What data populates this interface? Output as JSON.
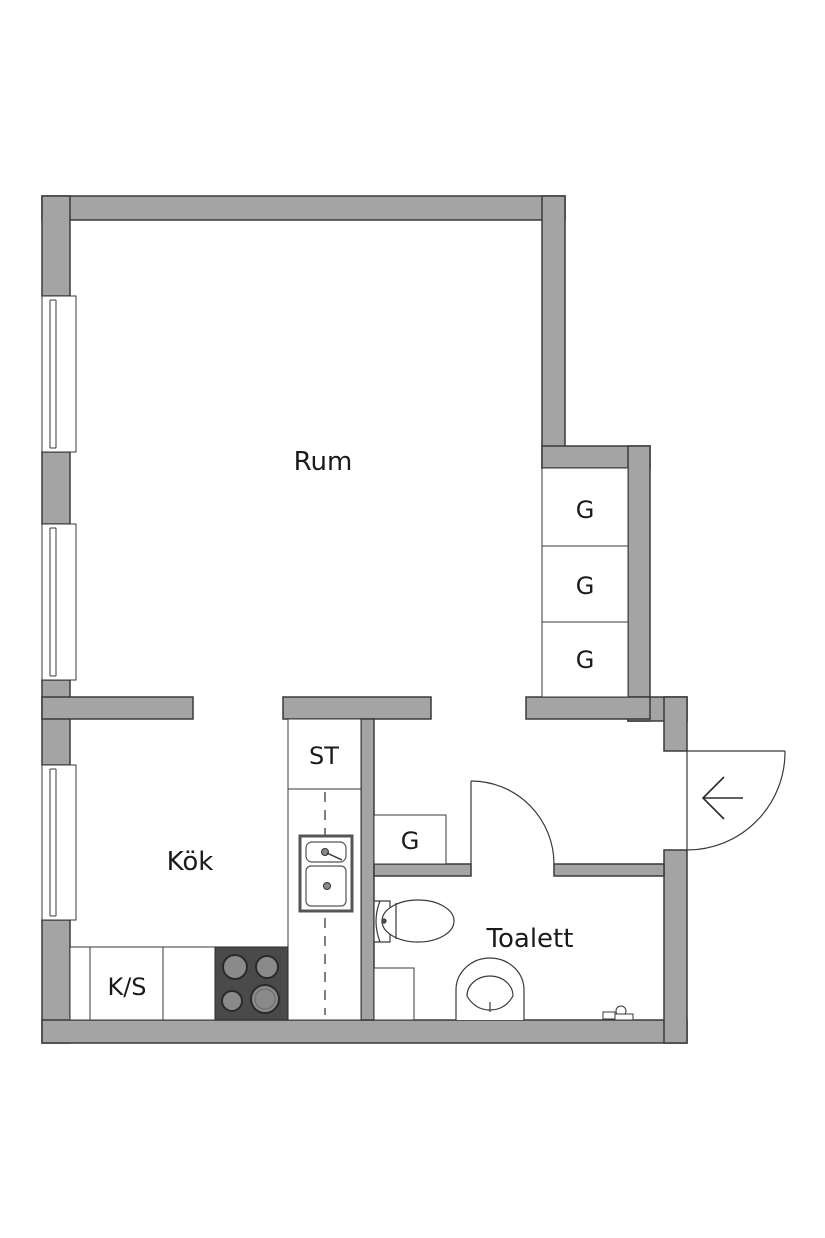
{
  "floorplan": {
    "rooms": {
      "rum": "Rum",
      "kok": "Kök",
      "toalett": "Toalett"
    },
    "fixtures": {
      "wardrobe_1": "G",
      "wardrobe_2": "G",
      "wardrobe_3": "G",
      "wardrobe_hall": "G",
      "broom_closet": "ST",
      "fridge_freezer": "K/S"
    },
    "colors": {
      "wall": "#a4a4a4",
      "outline": "#3a3a3a",
      "stove": "#4a4a4a",
      "background": "#ffffff"
    },
    "entrance_icon": "arrow-left-icon"
  }
}
